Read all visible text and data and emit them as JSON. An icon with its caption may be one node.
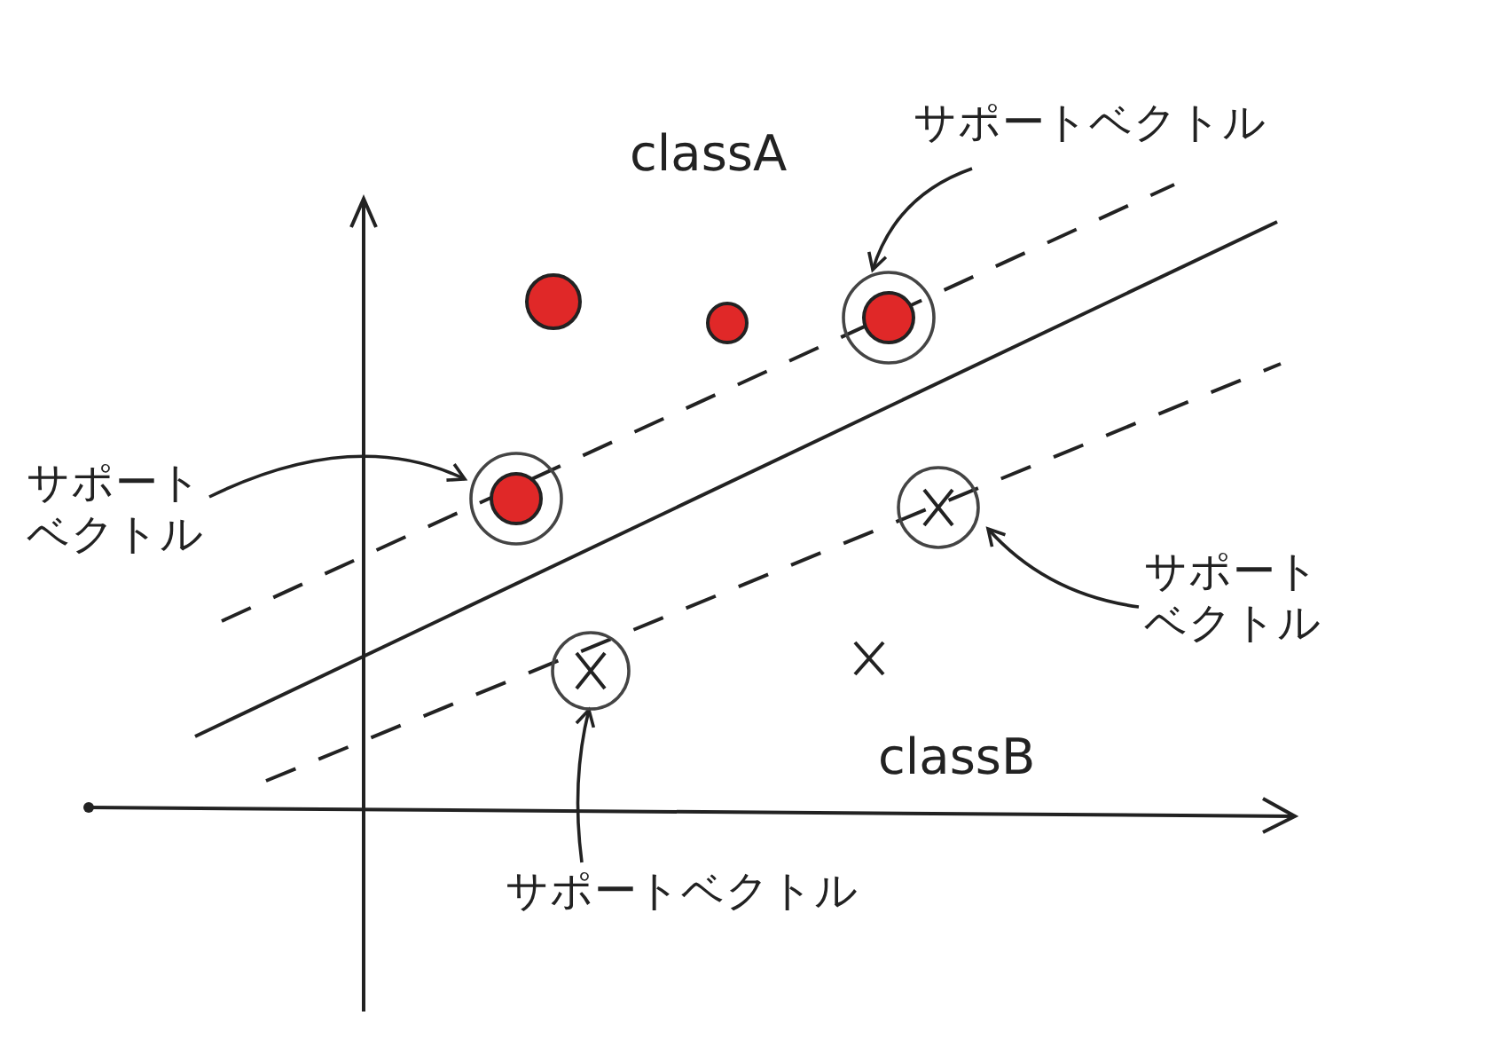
{
  "diagram": {
    "nodes": [
      {
        "text": [
          "サポートベクトル"
        ]
      },
      {
        "text": [],
        "shape": "circle"
      },
      {
        "text": [
          "サポートベクトル"
        ]
      },
      {
        "text": [],
        "shape": "circle"
      },
      {
        "text": [],
        "shape": "circle"
      },
      {
        "text": [
          "サポートベクトル"
        ]
      },
      {
        "text": [],
        "shape": "circle"
      },
      {
        "text": [
          "サポートベクトル"
        ]
      }
    ],
    "edges": [
      {
        "from": 0,
        "to": 1,
        "arrow": "to"
      },
      {
        "from": 2,
        "to": 3,
        "arrow": "to"
      },
      {
        "from": 5,
        "to": 4,
        "arrow": "to"
      },
      {
        "from": 7,
        "to": 6,
        "arrow": "to"
      }
    ],
    "labels": [
      "classA",
      "classB"
    ]
  }
}
